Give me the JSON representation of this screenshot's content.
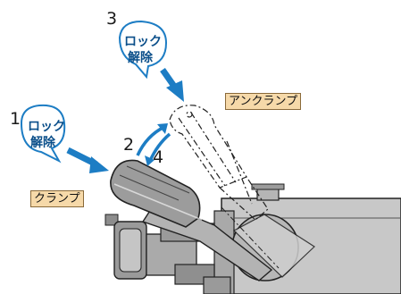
{
  "steps": [
    "1",
    "2",
    "3",
    "4"
  ],
  "lock_release": {
    "line1": "ロック",
    "line2": "解除"
  },
  "labels": {
    "unclamp": "アンクランプ",
    "clamp": "クランプ"
  },
  "colors": {
    "accent_blue": "#1d7dc4",
    "bubble_fill": "#ffffff",
    "label_fill": "#f6d9a9",
    "body_gray": "#bdbdbd",
    "dark_gray": "#7f7f7f"
  }
}
